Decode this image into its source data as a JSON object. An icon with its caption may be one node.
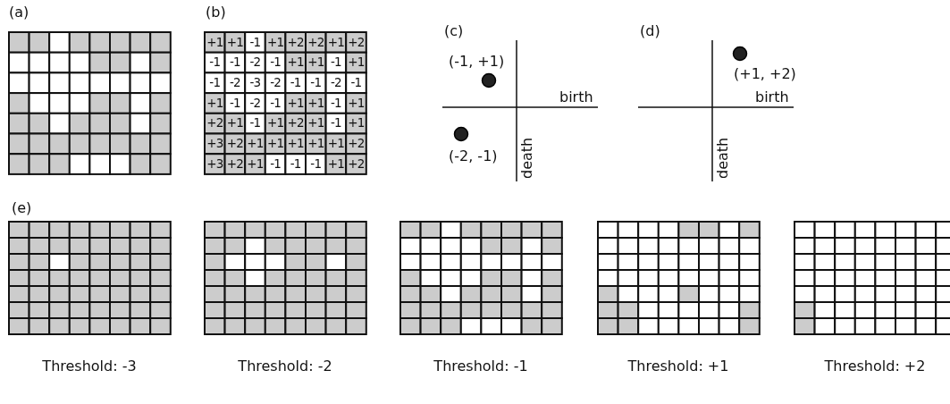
{
  "diagram": {
    "labels": [
      "(a)",
      "(b)",
      "(c)",
      "(d)",
      "+1",
      "+1",
      "-1",
      "+1",
      "+2",
      "+2",
      "+1",
      "+2",
      "-1",
      "-1",
      "-2",
      "-1",
      "+1",
      "+1",
      "-1",
      "+1",
      "-1",
      "-2",
      "-3",
      "-2",
      "-1",
      "-1",
      "-2",
      "-1",
      "+1",
      "-1",
      "-2",
      "-1",
      "+1",
      "+1",
      "-1",
      "+1",
      "+2",
      "+1",
      "-1",
      "+1",
      "+2",
      "+1",
      "-1",
      "+1",
      "+3",
      "+2",
      "+1",
      "+1",
      "+1",
      "+1",
      "+1",
      "+2",
      "+3",
      "+2",
      "+1",
      "-1",
      "-1",
      "-1",
      "+1",
      "+2",
      "(-1, +1)",
      "birth",
      "(-2, -1)",
      "death",
      "(+1, +2)",
      "birth",
      "death",
      "(e)",
      "Threshold: -3",
      "Threshold: -2",
      "Threshold: -1",
      "Threshold: +1",
      "Threshold: +2"
    ]
  }
}
